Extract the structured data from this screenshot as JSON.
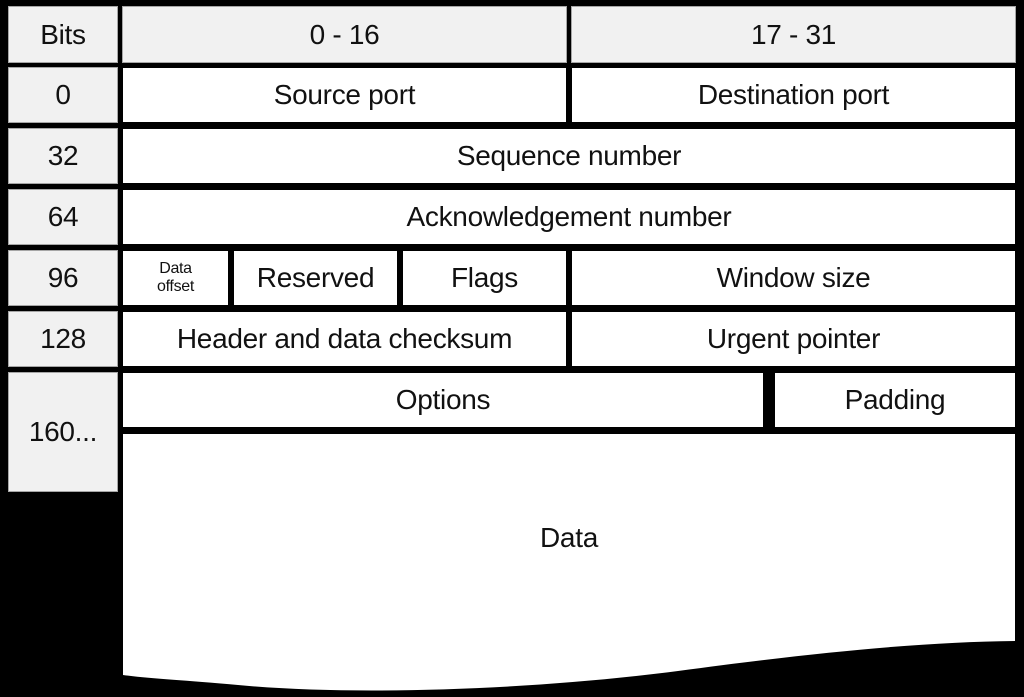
{
  "colors": {
    "background": "#000000",
    "cell_fill": "#ffffff",
    "offset_column_fill": "#f1f1f1",
    "border": "#000000",
    "text": "#111111"
  },
  "table": {
    "corner_label": "Bits",
    "column_headers": [
      "0 - 16",
      "17 - 31"
    ],
    "rows": [
      {
        "bit_offset": "0",
        "fields": [
          "Source port",
          "Destination port"
        ]
      },
      {
        "bit_offset": "32",
        "fields": [
          "Sequence number"
        ]
      },
      {
        "bit_offset": "64",
        "fields": [
          "Acknowledgement number"
        ]
      },
      {
        "bit_offset": "96",
        "fields": [
          "Data offset",
          "Reserved",
          "Flags",
          "Window size"
        ]
      },
      {
        "bit_offset": "128",
        "fields": [
          "Header and data checksum",
          "Urgent pointer"
        ]
      },
      {
        "bit_offset": "160...",
        "fields": [
          "Options",
          "Padding"
        ]
      },
      {
        "bit_offset": "",
        "fields": [
          "Data"
        ]
      }
    ]
  }
}
